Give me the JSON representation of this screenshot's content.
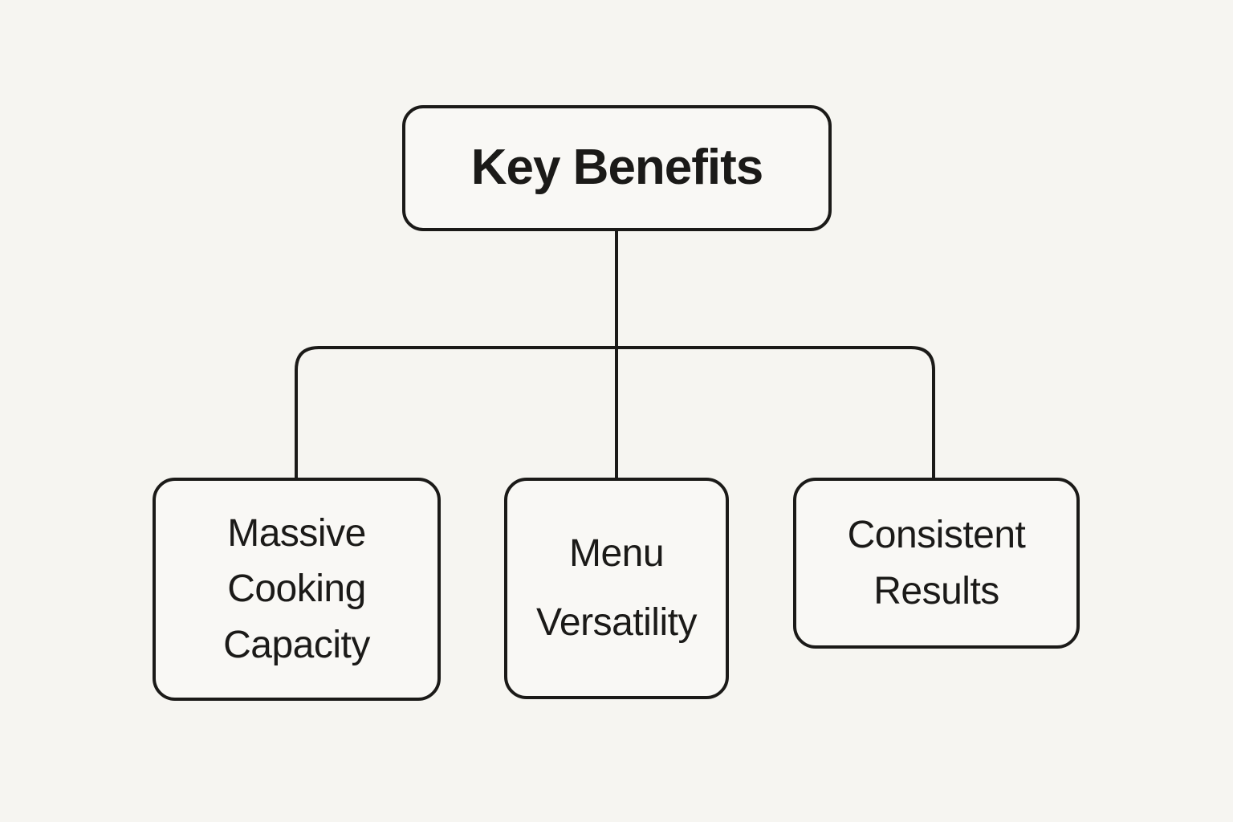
{
  "diagram": {
    "type": "flowchart",
    "root": {
      "id": "key-benefits",
      "label": "Key Benefits"
    },
    "children": [
      {
        "id": "massive-cooking-capacity",
        "label": "Massive Cooking Capacity",
        "lines": [
          "Massive",
          "Cooking",
          "Capacity"
        ]
      },
      {
        "id": "menu-versatility",
        "label": "Menu Versatility",
        "lines": [
          "Menu",
          "Versatility"
        ]
      },
      {
        "id": "consistent-results",
        "label": "Consistent Results",
        "lines": [
          "Consistent",
          "Results"
        ]
      }
    ],
    "edges": [
      {
        "from": "key-benefits",
        "to": "massive-cooking-capacity"
      },
      {
        "from": "key-benefits",
        "to": "menu-versatility"
      },
      {
        "from": "key-benefits",
        "to": "consistent-results"
      }
    ],
    "colors": {
      "background": "#f6f5f1",
      "box_fill": "#f9f8f5",
      "line": "#1b1a18",
      "text": "#1b1a18"
    }
  }
}
